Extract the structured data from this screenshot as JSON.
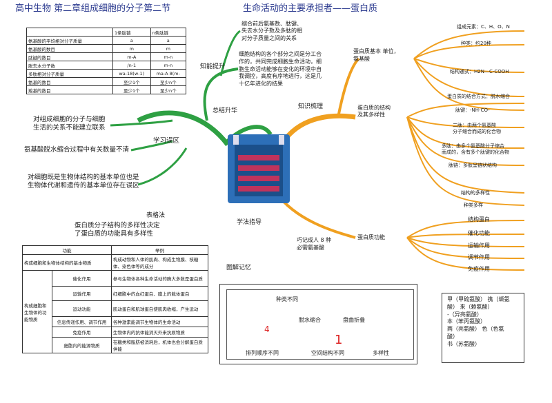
{
  "header": {
    "left_title": "高中生物 第二章组成细胞的分子第二节",
    "center_title": "生命活动的主要承担者——蛋白质"
  },
  "left": {
    "table1": {
      "headers": [
        "",
        "1条肽链",
        "n条肽链"
      ],
      "rows": [
        [
          "氨基酸的平均相对分子质量",
          "a",
          "a"
        ],
        [
          "氨基酸的数目",
          "m",
          "m"
        ],
        [
          "肽键的数目",
          "m-A",
          "m-n"
        ],
        [
          "脱去水分子数",
          "/n-1",
          "m-n"
        ],
        [
          "多肽相对分子质量",
          "wa-18(w-1)",
          "ma-A 8(m-"
        ],
        [
          "氨基的数目",
          "至少1个",
          "至少n个"
        ],
        [
          "羧基的数目",
          "至少1个",
          "至少n个"
        ]
      ]
    },
    "branch_zhineng": "知能提升",
    "bubble_top": [
      "缩合前后氨基数、肽键、",
      "失去水分子数及多肽的相",
      "对分子质量之间的关系"
    ],
    "bubble_mid": [
      "细胞结构的各个部分之间是分工合",
      "作的，共同完成细胞生命活动，细",
      "胞生命活动能够在变化的环境中自",
      "我调控，高度有序地进行，这是几",
      "十亿年进化的结果"
    ],
    "branch_zongjie": "总结升华",
    "note1": [
      "对组成细胞的分子与细胞",
      "生活的关系不能建立联系"
    ],
    "note2": "氨基酸脱水缩合过程中有关数量不清",
    "branch_xuexi": "学习误区",
    "note3": [
      "对细胞既是生物体结构的基本单位也是",
      "生物体代谢和遗传的基本单位存在误区"
    ]
  },
  "bottom_left": {
    "method_label": "表格法",
    "subtitle": [
      "蛋白质分子结构的多样性决定",
      "了蛋白质的功能具有多样性"
    ],
    "table2": {
      "headers": [
        "功能",
        "举例"
      ],
      "row_top": [
        "构成细胞和生物体结构的基本物质",
        "构成动物和人体的肌肉、构成生物膜、核糖体、染色体等的成分"
      ],
      "group_label": "构成细胞和生物体的功能物质",
      "rows": [
        [
          "催化作用",
          "参与生物体各种生命活动的酶大多数是蛋白质"
        ],
        [
          "运输作用",
          "红细胞中的血红蛋白、膜上的载体蛋白"
        ],
        [
          "运动功能",
          "肌动蛋白和肌球蛋白使肌肉收缩，产生运动"
        ],
        [
          "信息传递作用、调节作用",
          "各种激素能调节生物体的生命活动"
        ],
        [
          "免疫作用",
          "生物体内的抗体能消灭外来抗原物质"
        ],
        [
          "细胞内的能源物质",
          "在糖类和脂肪被消耗后，机体也会分解蛋白质供能"
        ]
      ]
    }
  },
  "center": {
    "branch_zhishi": "知识梳理",
    "branch_xuefa": "学法指导",
    "mnemonic": [
      "巧记成人 8 种",
      "必需氨基酸"
    ],
    "branch_tujie": "图解记忆"
  },
  "right": {
    "node_basic": [
      "蛋白质基本 单位，",
      "氨基酸"
    ],
    "basic_items": [
      "组成元素：C、H、O、N",
      "种类：约20种",
      "结构通式：H2N—C-COOH",
      "蛋白质的结合方式：脱水缩合",
      "肽键：-NH-CO-"
    ],
    "node_struct": [
      "蛋白质的结构",
      "及其多样性"
    ],
    "struct_items": [
      "二肽：由两个氨基酸",
      "分子缩合而成的化合物",
      "多肽：由多个氨基酸分子缩合",
      "而成的，含有多个肽键的化合物",
      "肽链：多肽呈链状结构",
      "结构的多样性",
      "种类多样"
    ],
    "node_func": "蛋白质功能",
    "func_items": [
      "结构蛋白",
      "催化功能",
      "运输作用",
      "调节作用",
      "免疫作用"
    ]
  },
  "bottom_right": {
    "diagram_labels": [
      "种类不同",
      "脱水缩合",
      "盘曲折叠",
      "排列顺序不同",
      "空间结构不同",
      "多样性"
    ],
    "mark1": "4",
    "mark2": "1",
    "mnemonic_lines": [
      "甲（甲硫氨酸） 携（缬氨",
      "酸） 来（赖氨酸）",
      "-（异亮氨酸）",
      "本（苯丙氨酸）",
      "两（亮氨酸） 色（色氨",
      "酸）",
      "书（苏氨酸）"
    ]
  }
}
